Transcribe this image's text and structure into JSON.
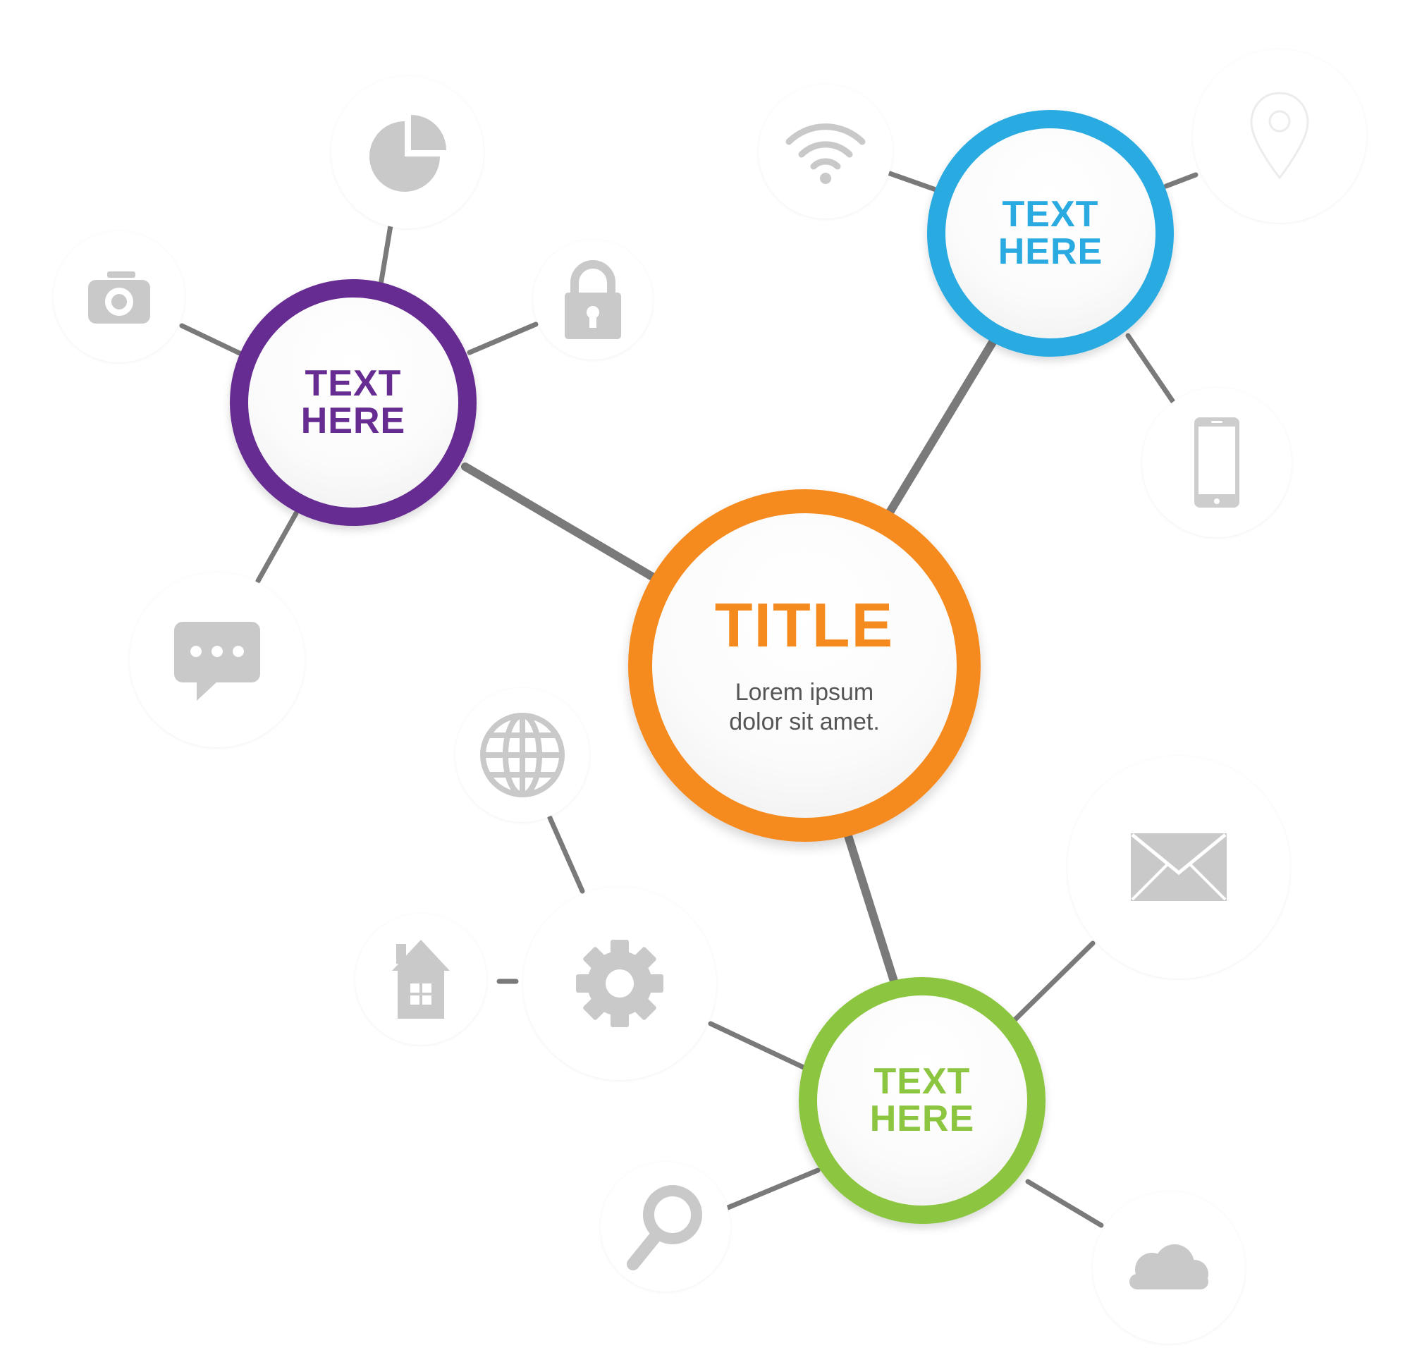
{
  "center": {
    "title": "TITLE",
    "subtitle_line1": "Lorem ipsum",
    "subtitle_line2": "dolor sit amet.",
    "color": "#f58b1f"
  },
  "nodes": [
    {
      "id": "purple",
      "line1": "TEXT",
      "line2": "HERE",
      "color": "#672c91"
    },
    {
      "id": "blue",
      "line1": "TEXT",
      "line2": "HERE",
      "color": "#29aae1"
    },
    {
      "id": "green",
      "line1": "TEXT",
      "line2": "HERE",
      "color": "#8cc540"
    }
  ],
  "icons": [
    {
      "name": "pie-chart-icon",
      "node": "purple"
    },
    {
      "name": "camera-icon",
      "node": "purple"
    },
    {
      "name": "lock-icon",
      "node": "purple"
    },
    {
      "name": "chat-bubble-icon",
      "node": "purple"
    },
    {
      "name": "wifi-icon",
      "node": "blue"
    },
    {
      "name": "location-pin-icon",
      "node": "blue"
    },
    {
      "name": "smartphone-icon",
      "node": "blue"
    },
    {
      "name": "globe-icon",
      "node": "green"
    },
    {
      "name": "gear-icon",
      "node": "green"
    },
    {
      "name": "house-icon",
      "node": "green"
    },
    {
      "name": "envelope-icon",
      "node": "green"
    },
    {
      "name": "magnifier-icon",
      "node": "green"
    },
    {
      "name": "cloud-icon",
      "node": "green"
    }
  ],
  "colors": {
    "icon_gray": "#c9c9c9",
    "connector_gray": "#7a7a7a"
  }
}
